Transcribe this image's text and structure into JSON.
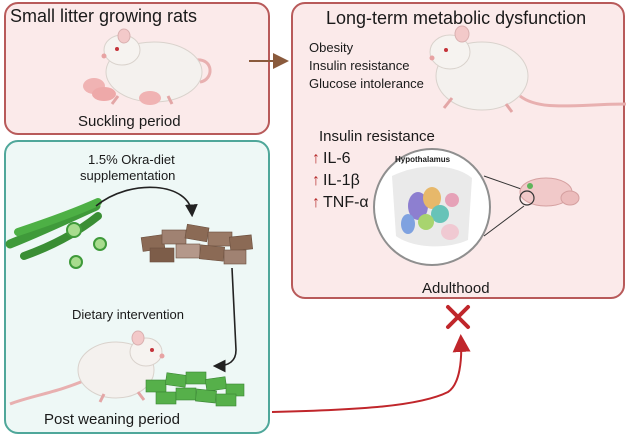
{
  "suckling_panel": {
    "title": "Small litter growing rats",
    "footer": "Suckling period"
  },
  "postweaning_panel": {
    "diet_line1": "1.5% Okra-diet",
    "diet_line2": "supplementation",
    "intervention": "Dietary intervention",
    "footer": "Post weaning period"
  },
  "adult_panel": {
    "title": "Long-term metabolic dysfunction",
    "conditions": [
      "Obesity",
      "Insulin resistance",
      "Glucose intolerance"
    ],
    "ir_heading": "Insulin resistance",
    "markers": [
      "IL-6",
      "IL-1β",
      "TNF-α"
    ],
    "brain_label": "Hypothalamus",
    "footer": "Adulthood"
  },
  "colors": {
    "rose_fill": "#fbeaea",
    "rose_border": "#b85a5a",
    "teal_fill": "#eef8f6",
    "teal_border": "#4fa79a",
    "red_arrow": "#c0262b",
    "brown_arrow": "#8a5a3c",
    "okra_green": "#3f9a3a",
    "diet_brown": "#8b6a55"
  },
  "icons": [
    "rat-mother-pups",
    "adult-rat",
    "okra",
    "diet-pellets",
    "hypothalamus-section",
    "rat-brain",
    "block-cross",
    "up-arrow"
  ]
}
